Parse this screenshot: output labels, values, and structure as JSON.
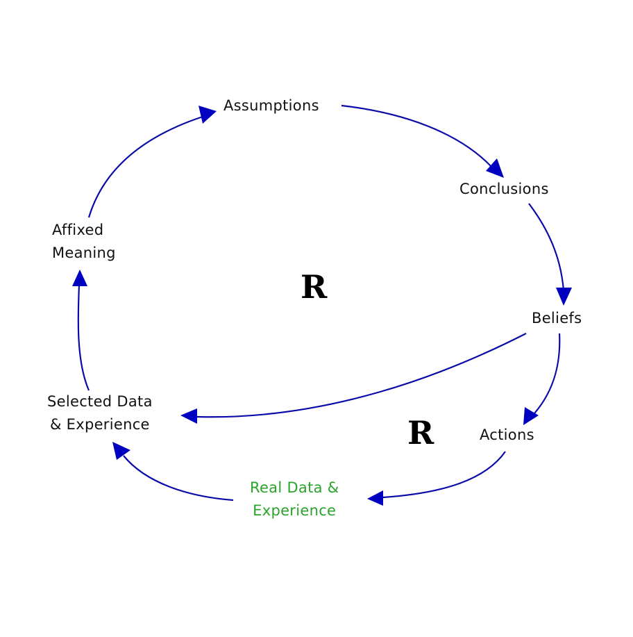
{
  "diagram": {
    "nodes": {
      "assumptions": "Assumptions",
      "conclusions": "Conclusions",
      "beliefs": "Beliefs",
      "actions": "Actions",
      "real_data": "Real Data &\nExperience",
      "selected_data": "Selected Data\n& Experience",
      "affixed_meaning": "Affixed\nMeaning"
    },
    "loop_labels": {
      "outer": "R",
      "inner": "R"
    },
    "edges": [
      {
        "from": "Affixed Meaning",
        "to": "Assumptions"
      },
      {
        "from": "Assumptions",
        "to": "Conclusions"
      },
      {
        "from": "Conclusions",
        "to": "Beliefs"
      },
      {
        "from": "Beliefs",
        "to": "Actions"
      },
      {
        "from": "Beliefs",
        "to": "Selected Data & Experience"
      },
      {
        "from": "Actions",
        "to": "Real Data & Experience"
      },
      {
        "from": "Real Data & Experience",
        "to": "Selected Data & Experience"
      },
      {
        "from": "Selected Data & Experience",
        "to": "Affixed Meaning"
      }
    ],
    "colors": {
      "arrow": "#0a0aa8",
      "text": "#111111",
      "highlight_text": "#2aa32a"
    }
  }
}
